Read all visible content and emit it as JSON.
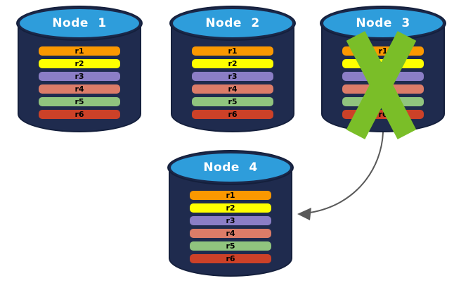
{
  "diagram": {
    "description": "Four database node cylinders each holding rows r1-r6; Node 3 is crossed out and an arrow points from Node 3 to Node 4",
    "nodes": [
      {
        "name": "Node 1",
        "status": "active",
        "rows": [
          {
            "label": "r1",
            "color": "#FB9800"
          },
          {
            "label": "r2",
            "color": "#FFFF00"
          },
          {
            "label": "r3",
            "color": "#8B7EC6"
          },
          {
            "label": "r4",
            "color": "#DC7C68"
          },
          {
            "label": "r5",
            "color": "#90C47E"
          },
          {
            "label": "r6",
            "color": "#CC4128"
          }
        ]
      },
      {
        "name": "Node 2",
        "status": "active",
        "rows": [
          {
            "label": "r1",
            "color": "#FB9800"
          },
          {
            "label": "r2",
            "color": "#FFFF00"
          },
          {
            "label": "r3",
            "color": "#8B7EC6"
          },
          {
            "label": "r4",
            "color": "#DC7C68"
          },
          {
            "label": "r5",
            "color": "#90C47E"
          },
          {
            "label": "r6",
            "color": "#CC4128"
          }
        ]
      },
      {
        "name": "Node 3",
        "status": "failed",
        "rows": [
          {
            "label": "r1",
            "color": "#FB9800"
          },
          {
            "label": "r2",
            "color": "#FFFF00"
          },
          {
            "label": "r3",
            "color": "#8B7EC6"
          },
          {
            "label": "r4",
            "color": "#DC7C68"
          },
          {
            "label": "r5",
            "color": "#90C47E"
          },
          {
            "label": "r6",
            "color": "#CC4128"
          }
        ]
      },
      {
        "name": "Node 4",
        "status": "active",
        "rows": [
          {
            "label": "r1",
            "color": "#FB9800"
          },
          {
            "label": "r2",
            "color": "#FFFF00"
          },
          {
            "label": "r3",
            "color": "#8B7EC6"
          },
          {
            "label": "r4",
            "color": "#DC7C68"
          },
          {
            "label": "r5",
            "color": "#90C47E"
          },
          {
            "label": "r6",
            "color": "#CC4128"
          }
        ]
      }
    ],
    "failure_mark": {
      "node": "Node 3",
      "shape": "x-cross",
      "color": "#7ABE28"
    },
    "arrow": {
      "from": "Node 3",
      "to": "Node 4",
      "color": "#595959"
    },
    "colors": {
      "cylinder_body": "#1F2B4E",
      "cylinder_outline": "#141F3C",
      "cylinder_top": "#2E9DDB",
      "title_text": "#FFFFFF",
      "row_text": "#000000",
      "background": "#FFFFFF"
    }
  }
}
